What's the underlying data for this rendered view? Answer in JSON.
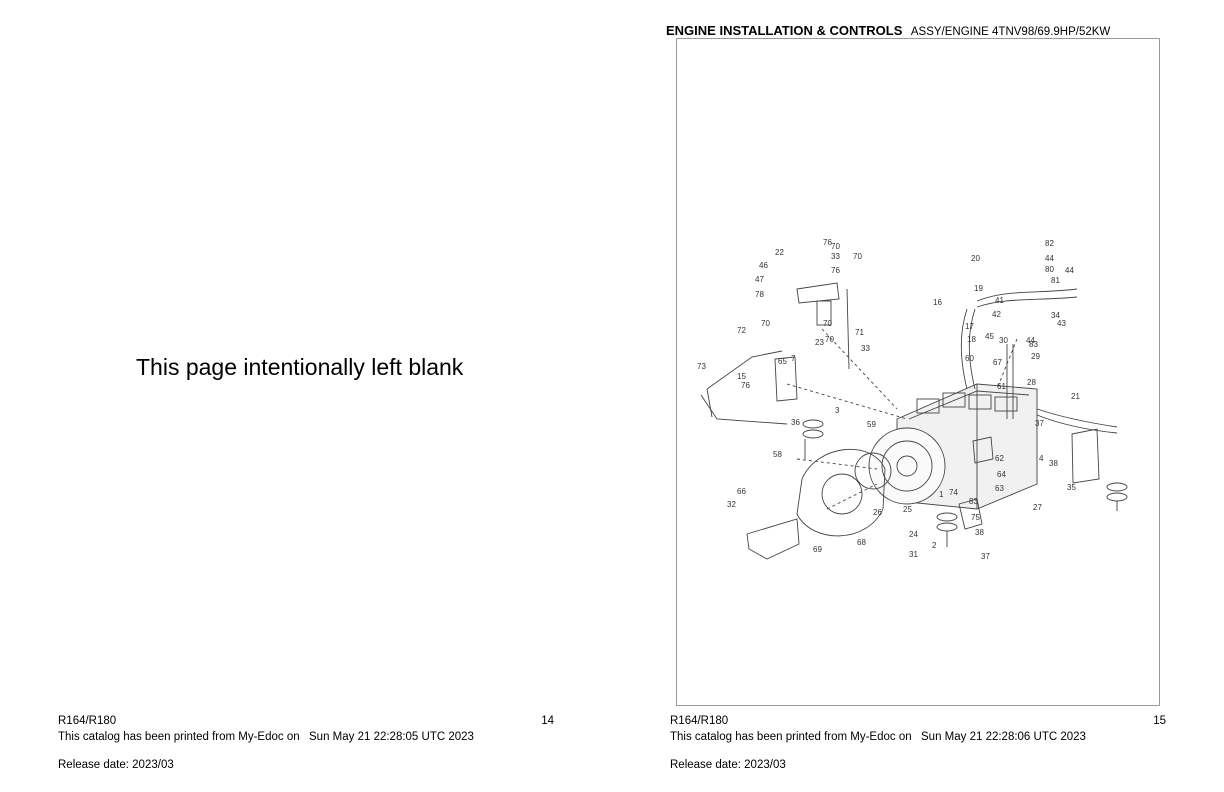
{
  "left_page": {
    "blank_message": "This page intentionally left blank",
    "footer": {
      "model": "R164/R180",
      "page_number": "14",
      "printed_from": "This catalog has been printed from My-Edoc on",
      "print_date": "Sun May 21 22:28:05 UTC 2023",
      "release_date": "Release date: 2023/03"
    }
  },
  "right_page": {
    "title": "ENGINE INSTALLATION & CONTROLS",
    "subtitle": "ASSY/ENGINE 4TNV98/69.9HP/52KW",
    "diagram": {
      "callouts": [
        "76",
        "70",
        "33",
        "76",
        "70",
        "22",
        "46",
        "47",
        "78",
        "70",
        "70",
        "23",
        "70",
        "72",
        "65",
        "7",
        "71",
        "33",
        "73",
        "15",
        "76",
        "3",
        "36",
        "59",
        "58",
        "66",
        "32",
        "69",
        "68",
        "26",
        "25",
        "24",
        "31",
        "2",
        "37",
        "38",
        "75",
        "83",
        "74",
        "1",
        "20",
        "19",
        "16",
        "41",
        "42",
        "17",
        "18",
        "45",
        "30",
        "44",
        "83",
        "60",
        "67",
        "61",
        "29",
        "28",
        "21",
        "82",
        "44",
        "80",
        "81",
        "44",
        "34",
        "43",
        "37",
        "62",
        "64",
        "63",
        "4",
        "38",
        "35",
        "27"
      ]
    },
    "footer": {
      "model": "R164/R180",
      "page_number": "15",
      "printed_from": "This catalog has been printed from My-Edoc on",
      "print_date": "Sun May 21 22:28:06 UTC 2023",
      "release_date": "Release date: 2023/03"
    }
  }
}
